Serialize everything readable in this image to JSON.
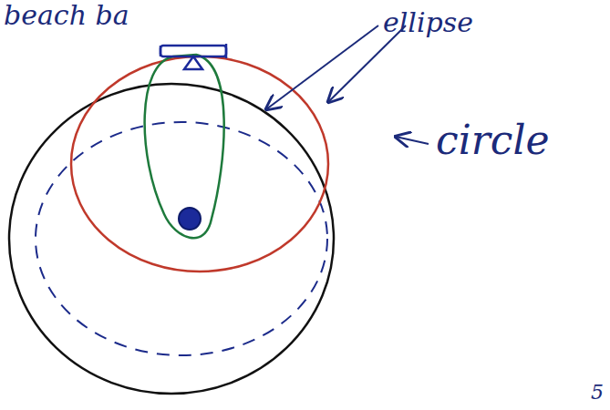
{
  "diagram": {
    "labels": [
      "beach ba",
      "ellipse",
      "circle",
      "5"
    ]
  }
}
